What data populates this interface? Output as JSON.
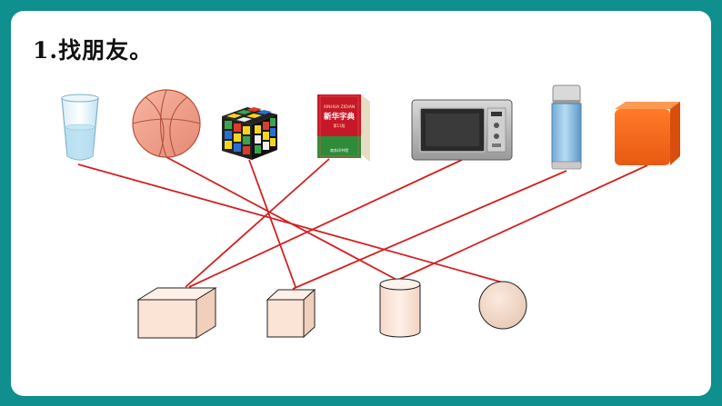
{
  "title": "1.找朋友。",
  "objects": [
    {
      "name": "glass-cup",
      "label": "glass"
    },
    {
      "name": "basketball",
      "label": "basketball"
    },
    {
      "name": "rubiks-cube",
      "label": "rubik's cube"
    },
    {
      "name": "dictionary",
      "label": "dictionary"
    },
    {
      "name": "microwave",
      "label": "microwave"
    },
    {
      "name": "thermos",
      "label": "thermos"
    },
    {
      "name": "orange-cube",
      "label": "orange cube"
    }
  ],
  "dictionary": {
    "pinyin": "XINHUA ZIDIAN",
    "title": "新华字典",
    "edition": "第11版",
    "publisher": "商务印书馆"
  },
  "shapes": [
    "cuboid",
    "cube",
    "cylinder",
    "sphere"
  ],
  "matches": [
    {
      "object": "glass-cup",
      "shape": "sphere"
    },
    {
      "object": "basketball",
      "shape": "cylinder"
    },
    {
      "object": "rubiks-cube",
      "shape": "cube"
    },
    {
      "object": "dictionary",
      "shape": "cuboid"
    },
    {
      "object": "microwave",
      "shape": "cuboid"
    },
    {
      "object": "thermos",
      "shape": "cube"
    },
    {
      "object": "orange-cube",
      "shape": "cylinder"
    }
  ],
  "colors": {
    "frame": "#0f8f8d",
    "line": "#d42020",
    "shape_fill": "#fbe3d6"
  }
}
